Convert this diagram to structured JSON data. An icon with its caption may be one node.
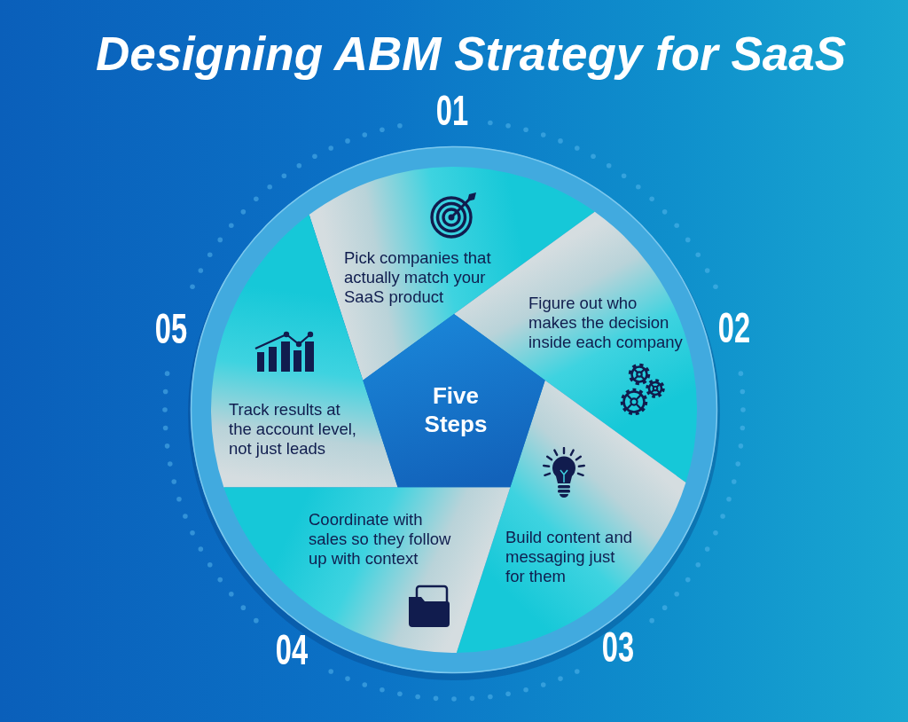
{
  "diagram": {
    "title": "Designing ABM Strategy for SaaS",
    "nodes": [
      {
        "text": [
          "Pick companies that actually match your SaaS product"
        ],
        "beside": [
          "01"
        ]
      },
      {
        "text": [
          "Figure out who makes the decision inside each company"
        ],
        "beside": [
          "02"
        ]
      },
      {
        "text": [
          "Build content and messaging just for them"
        ],
        "beside": [
          "03"
        ]
      },
      {
        "text": [
          "Coordinate with sales so they follow up with context"
        ],
        "beside": [
          "04"
        ]
      },
      {
        "text": [
          "Track results at the account level, not just leads"
        ],
        "beside": [
          "05"
        ]
      },
      {
        "text": [
          "Five Steps"
        ]
      }
    ]
  }
}
